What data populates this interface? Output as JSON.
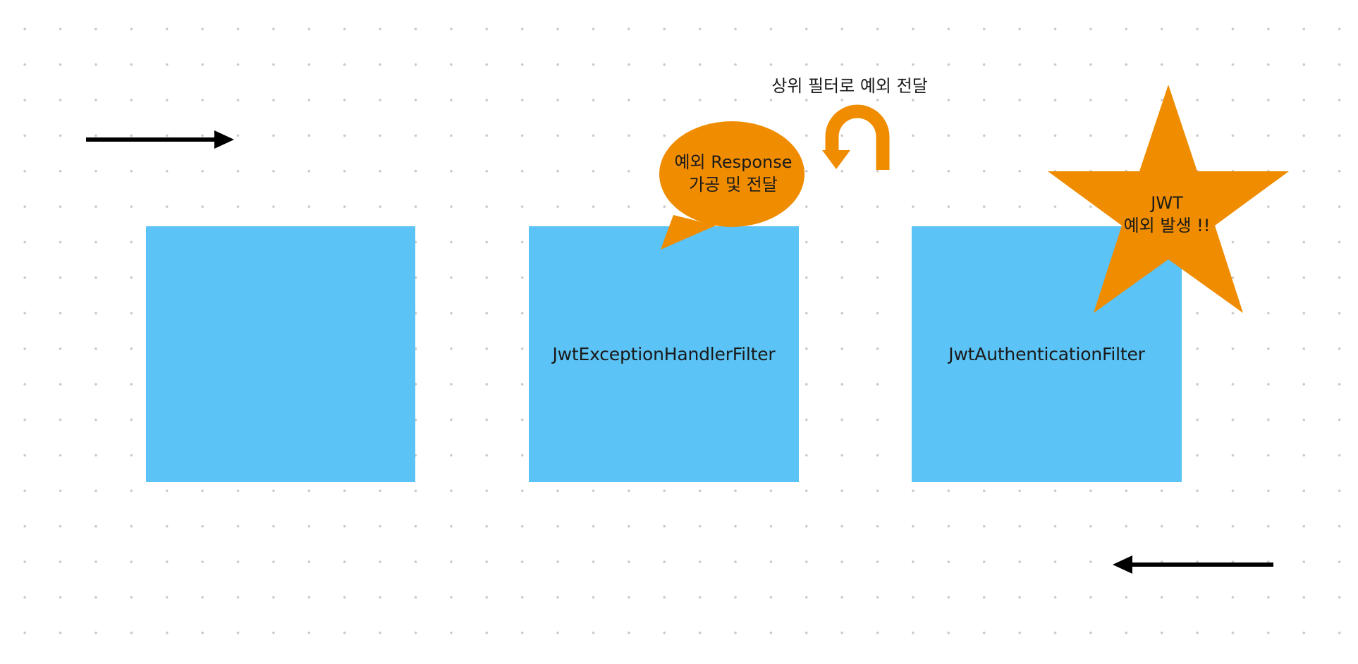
{
  "canvas": {
    "background": "#ffffff",
    "grid_dot_color": "#c9c9c9"
  },
  "colors": {
    "filter_box": "#5bc3f5",
    "callout": "#f08c00",
    "arrow": "#000000"
  },
  "filters": [
    {
      "label": ""
    },
    {
      "label": "JwtExceptionHandlerFilter"
    },
    {
      "label": "JwtAuthenticationFilter"
    }
  ],
  "speech_bubble": {
    "line1": "예외 Response",
    "line2": "가공 및 전달"
  },
  "star": {
    "line1": "JWT",
    "line2": "예외 발생 !!"
  },
  "return_caption": "상위 필터로 예외 전달",
  "icons": {
    "forward_arrow": "arrow-right-icon",
    "backward_arrow": "arrow-left-icon",
    "return_arrow": "u-turn-arrow-icon"
  }
}
